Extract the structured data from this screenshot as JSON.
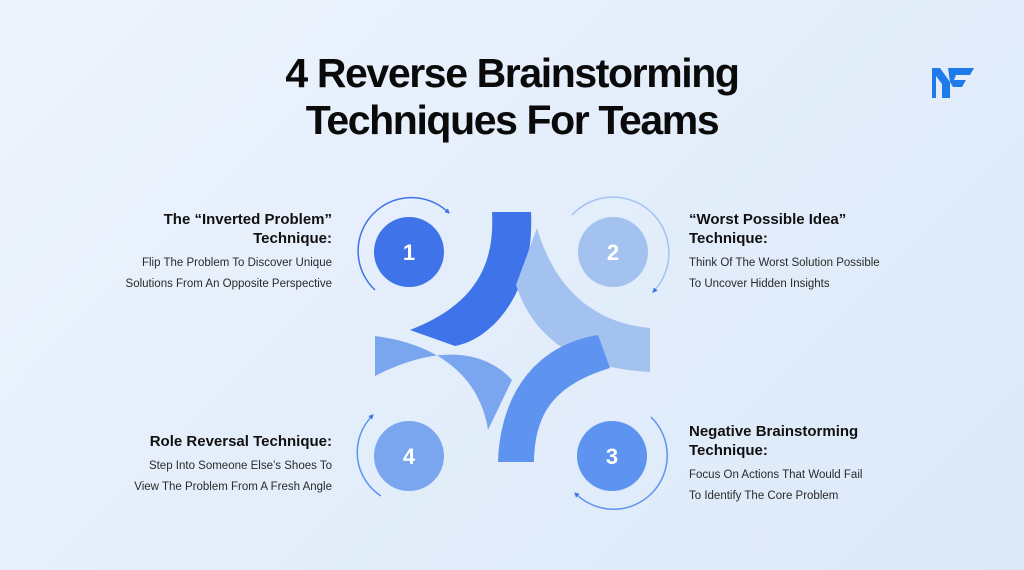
{
  "title": {
    "line1": "4 Reverse Brainstorming",
    "line2": "Techniques For Teams"
  },
  "logo": {
    "icon": "mf-logo-icon",
    "color": "#1f7bea"
  },
  "colors": {
    "arc_1": "#3f73ea",
    "arc_2": "#a3c2f0",
    "arc_3": "#5e93ef",
    "arc_4": "#7aa6ef",
    "circle_1": "#3f73ea",
    "circle_2": "#a3c2f0",
    "circle_3": "#5e93ef",
    "circle_4": "#7aa6ef"
  },
  "techniques": [
    {
      "number": "1",
      "title_line1": "The “Inverted Problem”",
      "title_line2": "Technique:",
      "desc_line1": "Flip The Problem To Discover Unique",
      "desc_line2": "Solutions From An Opposite Perspective"
    },
    {
      "number": "2",
      "title_line1": "“Worst Possible Idea”",
      "title_line2": "Technique:",
      "desc_line1": "Think Of The Worst Solution Possible",
      "desc_line2": "To Uncover Hidden Insights"
    },
    {
      "number": "3",
      "title_line1": "Negative Brainstorming",
      "title_line2": "Technique:",
      "desc_line1": "Focus On Actions That Would Fail",
      "desc_line2": "To Identify The Core Problem"
    },
    {
      "number": "4",
      "title_line1": "Role Reversal Technique:",
      "title_line2": "",
      "desc_line1": "Step Into Someone Else’s Shoes To",
      "desc_line2": "View The Problem From A Fresh Angle"
    }
  ]
}
